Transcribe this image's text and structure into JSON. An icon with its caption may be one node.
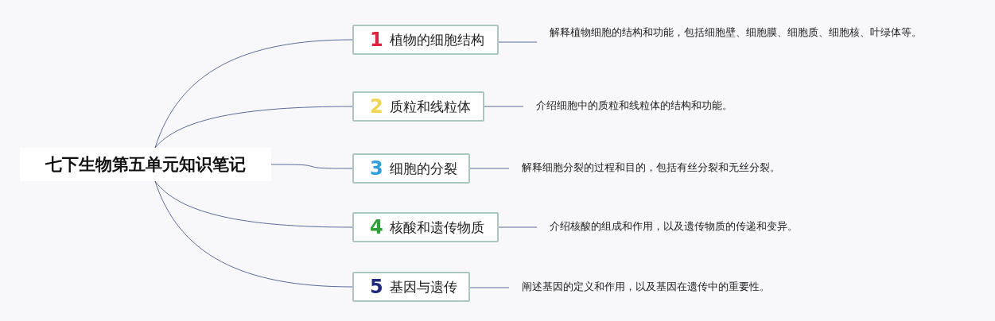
{
  "diagram": {
    "nodes": [
      {
        "text": [
          "七下生物第五单元知识笔记"
        ]
      },
      {
        "text": [
          "1",
          "植物的细胞结构"
        ]
      },
      {
        "text": [
          "2",
          "质粒和线粒体"
        ]
      },
      {
        "text": [
          "3",
          "细胞的分裂"
        ]
      },
      {
        "text": [
          "4",
          "核酸和遗传物质"
        ]
      },
      {
        "text": [
          "5",
          "基因与遗传"
        ]
      },
      {
        "text": [
          "解释植物细胞的结构和功能，包括细胞壁、细胞膜、细胞质、细胞核、叶绿体等。"
        ]
      },
      {
        "text": [
          "介绍细胞中的质粒和线粒体的结构和功能。"
        ]
      },
      {
        "text": [
          "解释细胞分裂的过程和目的，包括有丝分裂和无丝分裂。"
        ]
      },
      {
        "text": [
          "介绍核酸的组成和作用，以及遗传物质的传递和变异。"
        ]
      },
      {
        "text": [
          "阐述基因的定义和作用，以及基因在遗传中的重要性。"
        ]
      }
    ],
    "edges": [
      {
        "from": 0,
        "to": 1,
        "arrow": "none"
      },
      {
        "from": 0,
        "to": 2,
        "arrow": "none"
      },
      {
        "from": 0,
        "to": 3,
        "arrow": "none"
      },
      {
        "from": 0,
        "to": 4,
        "arrow": "none"
      },
      {
        "from": 0,
        "to": 5,
        "arrow": "none"
      },
      {
        "from": 1,
        "to": 6,
        "arrow": "none"
      },
      {
        "from": 2,
        "to": 7,
        "arrow": "none"
      },
      {
        "from": 3,
        "to": 8,
        "arrow": "none"
      },
      {
        "from": 4,
        "to": 9,
        "arrow": "none"
      },
      {
        "from": 5,
        "to": 10,
        "arrow": "none"
      }
    ]
  }
}
